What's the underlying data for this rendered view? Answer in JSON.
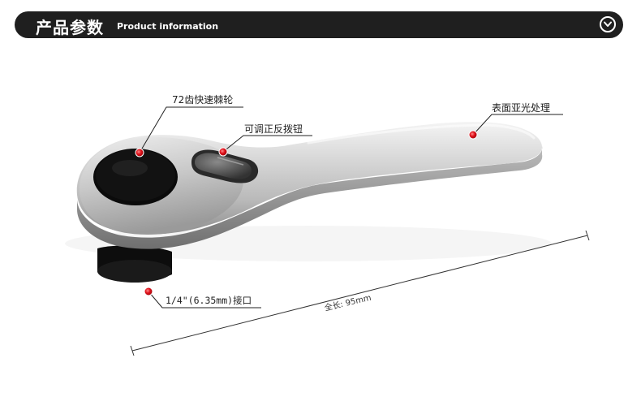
{
  "header": {
    "title_cn": "产品参数",
    "title_en": "Product information",
    "toggle_icon": "chevron-down-icon"
  },
  "callouts": {
    "ratchet": "72齿快速棘轮",
    "reverse_switch": "可调正反拨钮",
    "surface": "表面亚光处理",
    "drive": "1/4\"(6.35mm)接口"
  },
  "dimension": {
    "total_length": "全长: 95mm"
  },
  "colors": {
    "header_bg": "#1f1f1f",
    "marker_red": "#e0101a"
  }
}
